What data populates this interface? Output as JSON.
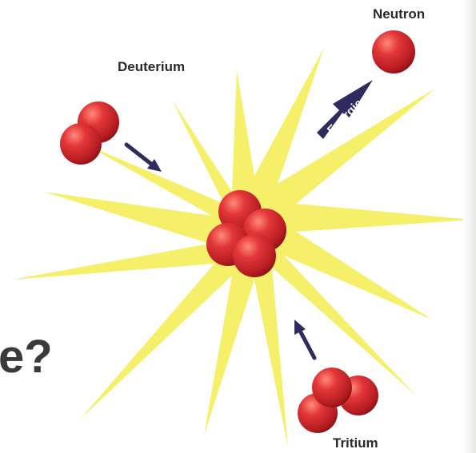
{
  "labels": {
    "deuterium": "Deuterium",
    "neutron": "Neutron",
    "tritium": "Tritium",
    "energy": "Energie"
  },
  "cut_heading": "e?",
  "colors": {
    "burst": "#f5ef6a",
    "particle": "#d8282e",
    "arrow": "#2e2c5e",
    "text": "#2a2a2a"
  },
  "icons": {
    "particle": "red-sphere-icon",
    "arrow": "arrow-icon"
  }
}
